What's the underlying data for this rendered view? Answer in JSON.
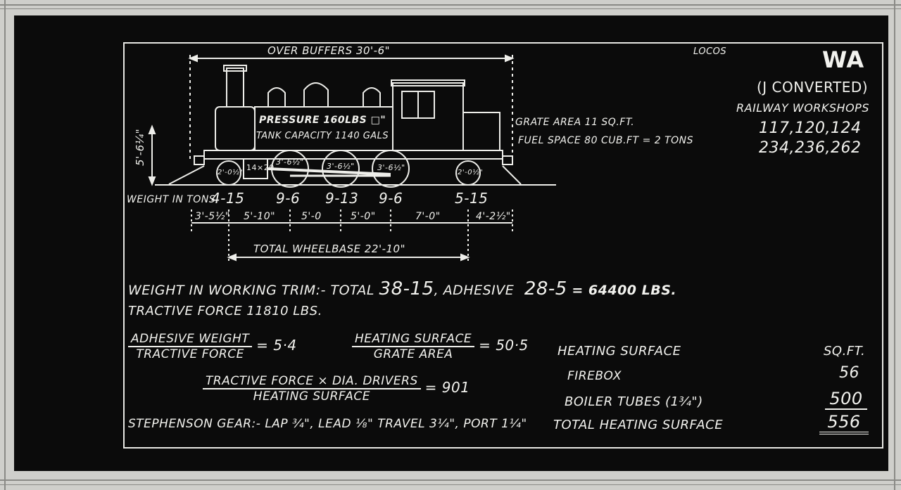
{
  "header": {
    "class_label": "LOCOS",
    "class_code": "WA",
    "subtitle": "(J CONVERTED)",
    "workshop": "RAILWAY WORKSHOPS",
    "numbers_line1": "117,120,124",
    "numbers_line2": "234,236,262"
  },
  "drawing": {
    "over_buffers": "OVER BUFFERS 30'-6\"",
    "pressure": "PRESSURE 160LBS □\"",
    "tank_capacity": "TANK CAPACITY 1140 GALS",
    "height": "5'-6¼\"",
    "grate_area": "GRATE AREA 11 SQ.FT.",
    "fuel_space": "FUEL SPACE 80 CUB.FT = 2 TONS",
    "cylinder": "14×20",
    "wheels": [
      "2'-0½\"",
      "3'-6½\"",
      "3'-6½\"",
      "3'-6½\"",
      "2'-0½\""
    ],
    "weight_label": "WEIGHT IN TONS",
    "axle_weights": [
      "4-15",
      "9-6",
      "9-13",
      "9-6",
      "5-15"
    ],
    "spacings": [
      "3'-5½\"",
      "5'-10\"",
      "5'-0",
      "5'-0\"",
      "7'-0\"",
      "4'-2½\""
    ],
    "total_wheelbase": "TOTAL WHEELBASE 22'-10\""
  },
  "specs": {
    "weight_trim_label": "WEIGHT IN WORKING TRIM:- TOTAL",
    "weight_total": "38-15",
    "adhesive_label": ", ADHESIVE",
    "adhesive_value": "28-5",
    "adhesive_lbs": "= 64400 LBS.",
    "tractive_force": "TRACTIVE FORCE 11810 LBS.",
    "ratio1_num": "ADHESIVE WEIGHT",
    "ratio1_den": "TRACTIVE FORCE",
    "ratio1_val": "= 5·4",
    "ratio2_num": "HEATING SURFACE",
    "ratio2_den": "GRATE AREA",
    "ratio2_val": "= 50·5",
    "ratio3_num": "TRACTIVE FORCE × DIA. DRIVERS",
    "ratio3_den": "HEATING SURFACE",
    "ratio3_val": "= 901",
    "gear": "STEPHENSON GEAR:- LAP ¾\", LEAD ⅛\" TRAVEL 3¼\", PORT 1¼\""
  },
  "heating_table": {
    "title": "HEATING SURFACE",
    "unit": "SQ.FT.",
    "rows": [
      {
        "label": "FIREBOX",
        "value": "56"
      },
      {
        "label": "BOILER TUBES (1¾\")",
        "value": "500"
      },
      {
        "label": "TOTAL HEATING SURFACE",
        "value": "556"
      }
    ]
  }
}
